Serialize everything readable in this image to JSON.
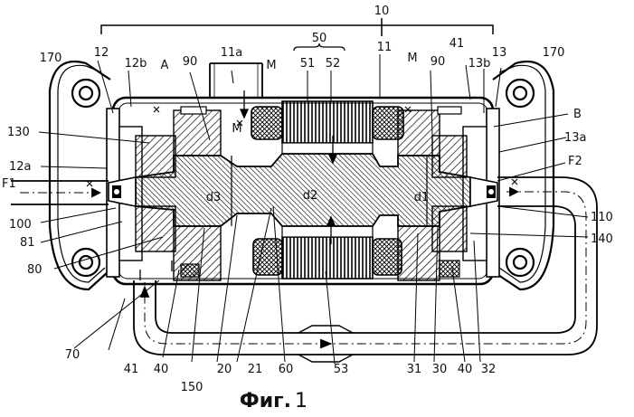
{
  "figure": {
    "caption_word": "Фиг.",
    "caption_num": "1"
  },
  "labels": {
    "n10": "10",
    "n50": "50",
    "n11a": "11a",
    "n11": "11",
    "n12": "12",
    "n12b": "12b",
    "n12a": "12a",
    "n13": "13",
    "n13b": "13b",
    "n13a": "13a",
    "n41": "41",
    "n41b": "41",
    "n51": "51",
    "n52": "52",
    "nA": "A",
    "nB": "B",
    "nM1": "M",
    "nM2": "M",
    "nM3": "M",
    "n90a": "90",
    "n90b": "90",
    "n170a": "170",
    "n170b": "170",
    "n130": "130",
    "nF1": "F1",
    "nF2": "F2",
    "n100": "100",
    "n81": "81",
    "n80": "80",
    "n70": "70",
    "n40a": "40",
    "n40b": "40",
    "n150": "150",
    "n20": "20",
    "n21": "21",
    "n60": "60",
    "n53": "53",
    "n31": "31",
    "n30": "30",
    "n32": "32",
    "n110": "110",
    "n140": "140",
    "nd1": "d1",
    "nd2": "d2",
    "nd3": "d3"
  }
}
